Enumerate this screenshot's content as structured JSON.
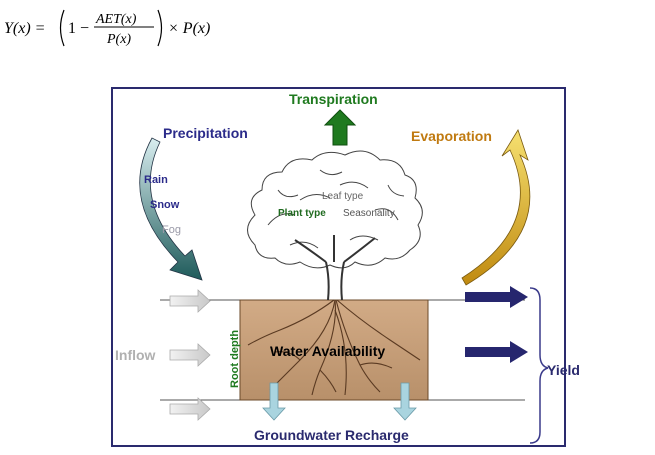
{
  "formula": {
    "lhs": "Y(x) =",
    "one_minus": "1 −",
    "numerator": "AET(x)",
    "denominator": "P(x)",
    "times": "× P(x)"
  },
  "diagram": {
    "transpiration": "Transpiration",
    "precipitation": "Precipitation",
    "evaporation": "Evaporation",
    "rain": "Rain",
    "snow": "Snow",
    "fog": "Fog",
    "leaf_type": "Leaf type",
    "plant_type": "Plant type",
    "seasonality": "Seasonality",
    "inflow": "Inflow",
    "root_depth": "Root depth",
    "water_availability": "Water Availability",
    "yield": "Yield",
    "groundwater_recharge": "Groundwater Recharge"
  },
  "colors": {
    "frame": "#2a2a6e",
    "transpiration": "#1f7a1f",
    "precipitation": "#2b2b8a",
    "evaporation": "#c07a10",
    "soil": "#c8a07a",
    "yield_arrow": "#26266e",
    "recharge_arrow": "#a9d4df"
  }
}
